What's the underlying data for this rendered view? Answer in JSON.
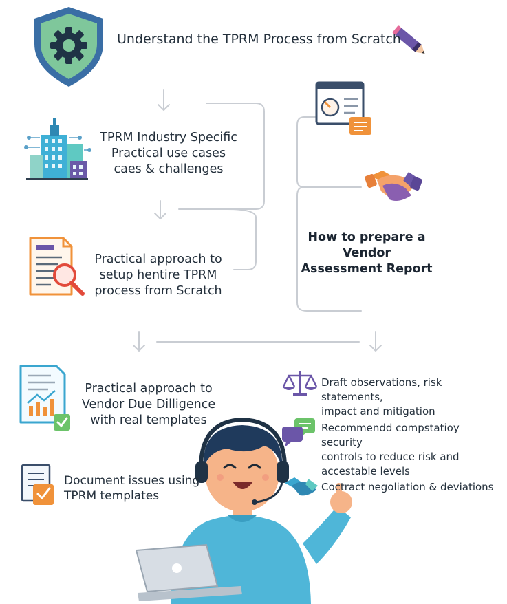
{
  "title": "Understand the TPRM Process from Scratch",
  "nodes": {
    "industry": [
      "TPRM Industry Specific",
      "Practical use cases",
      "caes & challenges"
    ],
    "setup": [
      "Practical approach to",
      "setup hentire TPRM",
      "process from Scratch"
    ],
    "report": [
      "How to prepare a",
      "Vendor",
      "Assessment Report"
    ],
    "due_diligence": [
      "Practical approach to",
      "Vendor Due Dilligence",
      "with real templates"
    ],
    "document": [
      "Document issues using",
      "TPRM templates"
    ],
    "observations": [
      "Draft observations, risk statements,",
      "impact and mitigation"
    ],
    "controls": [
      "Recommendd compstatioy security",
      "controls to reduce risk and",
      "accestable levels"
    ],
    "contract": [
      "Coctract negoliation & deviations"
    ]
  },
  "icons": {
    "header": "shield-gear-icon",
    "pen": "pen-icon",
    "industry": "city-buildings-icon",
    "setup": "document-magnifier-icon",
    "report": "report-window-icon",
    "handshake": "handshake-icon",
    "due_diligence": "chart-document-icon",
    "document": "checked-document-icon",
    "observations": "scales-icon",
    "controls": "chat-bubbles-icon",
    "contract": "small-handshake-icon",
    "person": "support-agent-illustration"
  },
  "colors": {
    "shield_outer": "#3a6ea5",
    "shield_inner": "#7fc79b",
    "connector": "#c9cdd3",
    "shirt": "#4fb6d8",
    "accent_orange": "#f0923a",
    "accent_purple": "#6b56a8"
  }
}
